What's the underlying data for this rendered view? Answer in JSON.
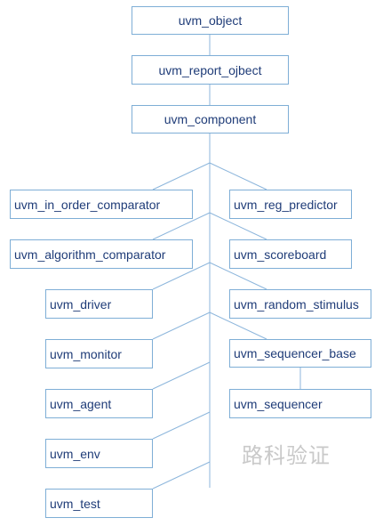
{
  "nodes": {
    "uvm_object": "uvm_object",
    "uvm_report_object": "uvm_report_ojbect",
    "uvm_component": "uvm_component",
    "uvm_in_order_comparator": "uvm_in_order_comparator",
    "uvm_reg_predictor": "uvm_reg_predictor",
    "uvm_algorithm_comparator": "uvm_algorithm_comparator",
    "uvm_scoreboard": "uvm_scoreboard",
    "uvm_driver": "uvm_driver",
    "uvm_random_stimulus": "uvm_random_stimulus",
    "uvm_monitor": "uvm_monitor",
    "uvm_sequencer_base": "uvm_sequencer_base",
    "uvm_agent": "uvm_agent",
    "uvm_sequencer": "uvm_sequencer",
    "uvm_env": "uvm_env",
    "uvm_test": "uvm_test"
  },
  "watermark": "路科验证",
  "colors": {
    "line": "#8db6dc",
    "box_border": "#7eaed6",
    "text": "#1f3c78",
    "watermark": "#c9c9c9"
  }
}
